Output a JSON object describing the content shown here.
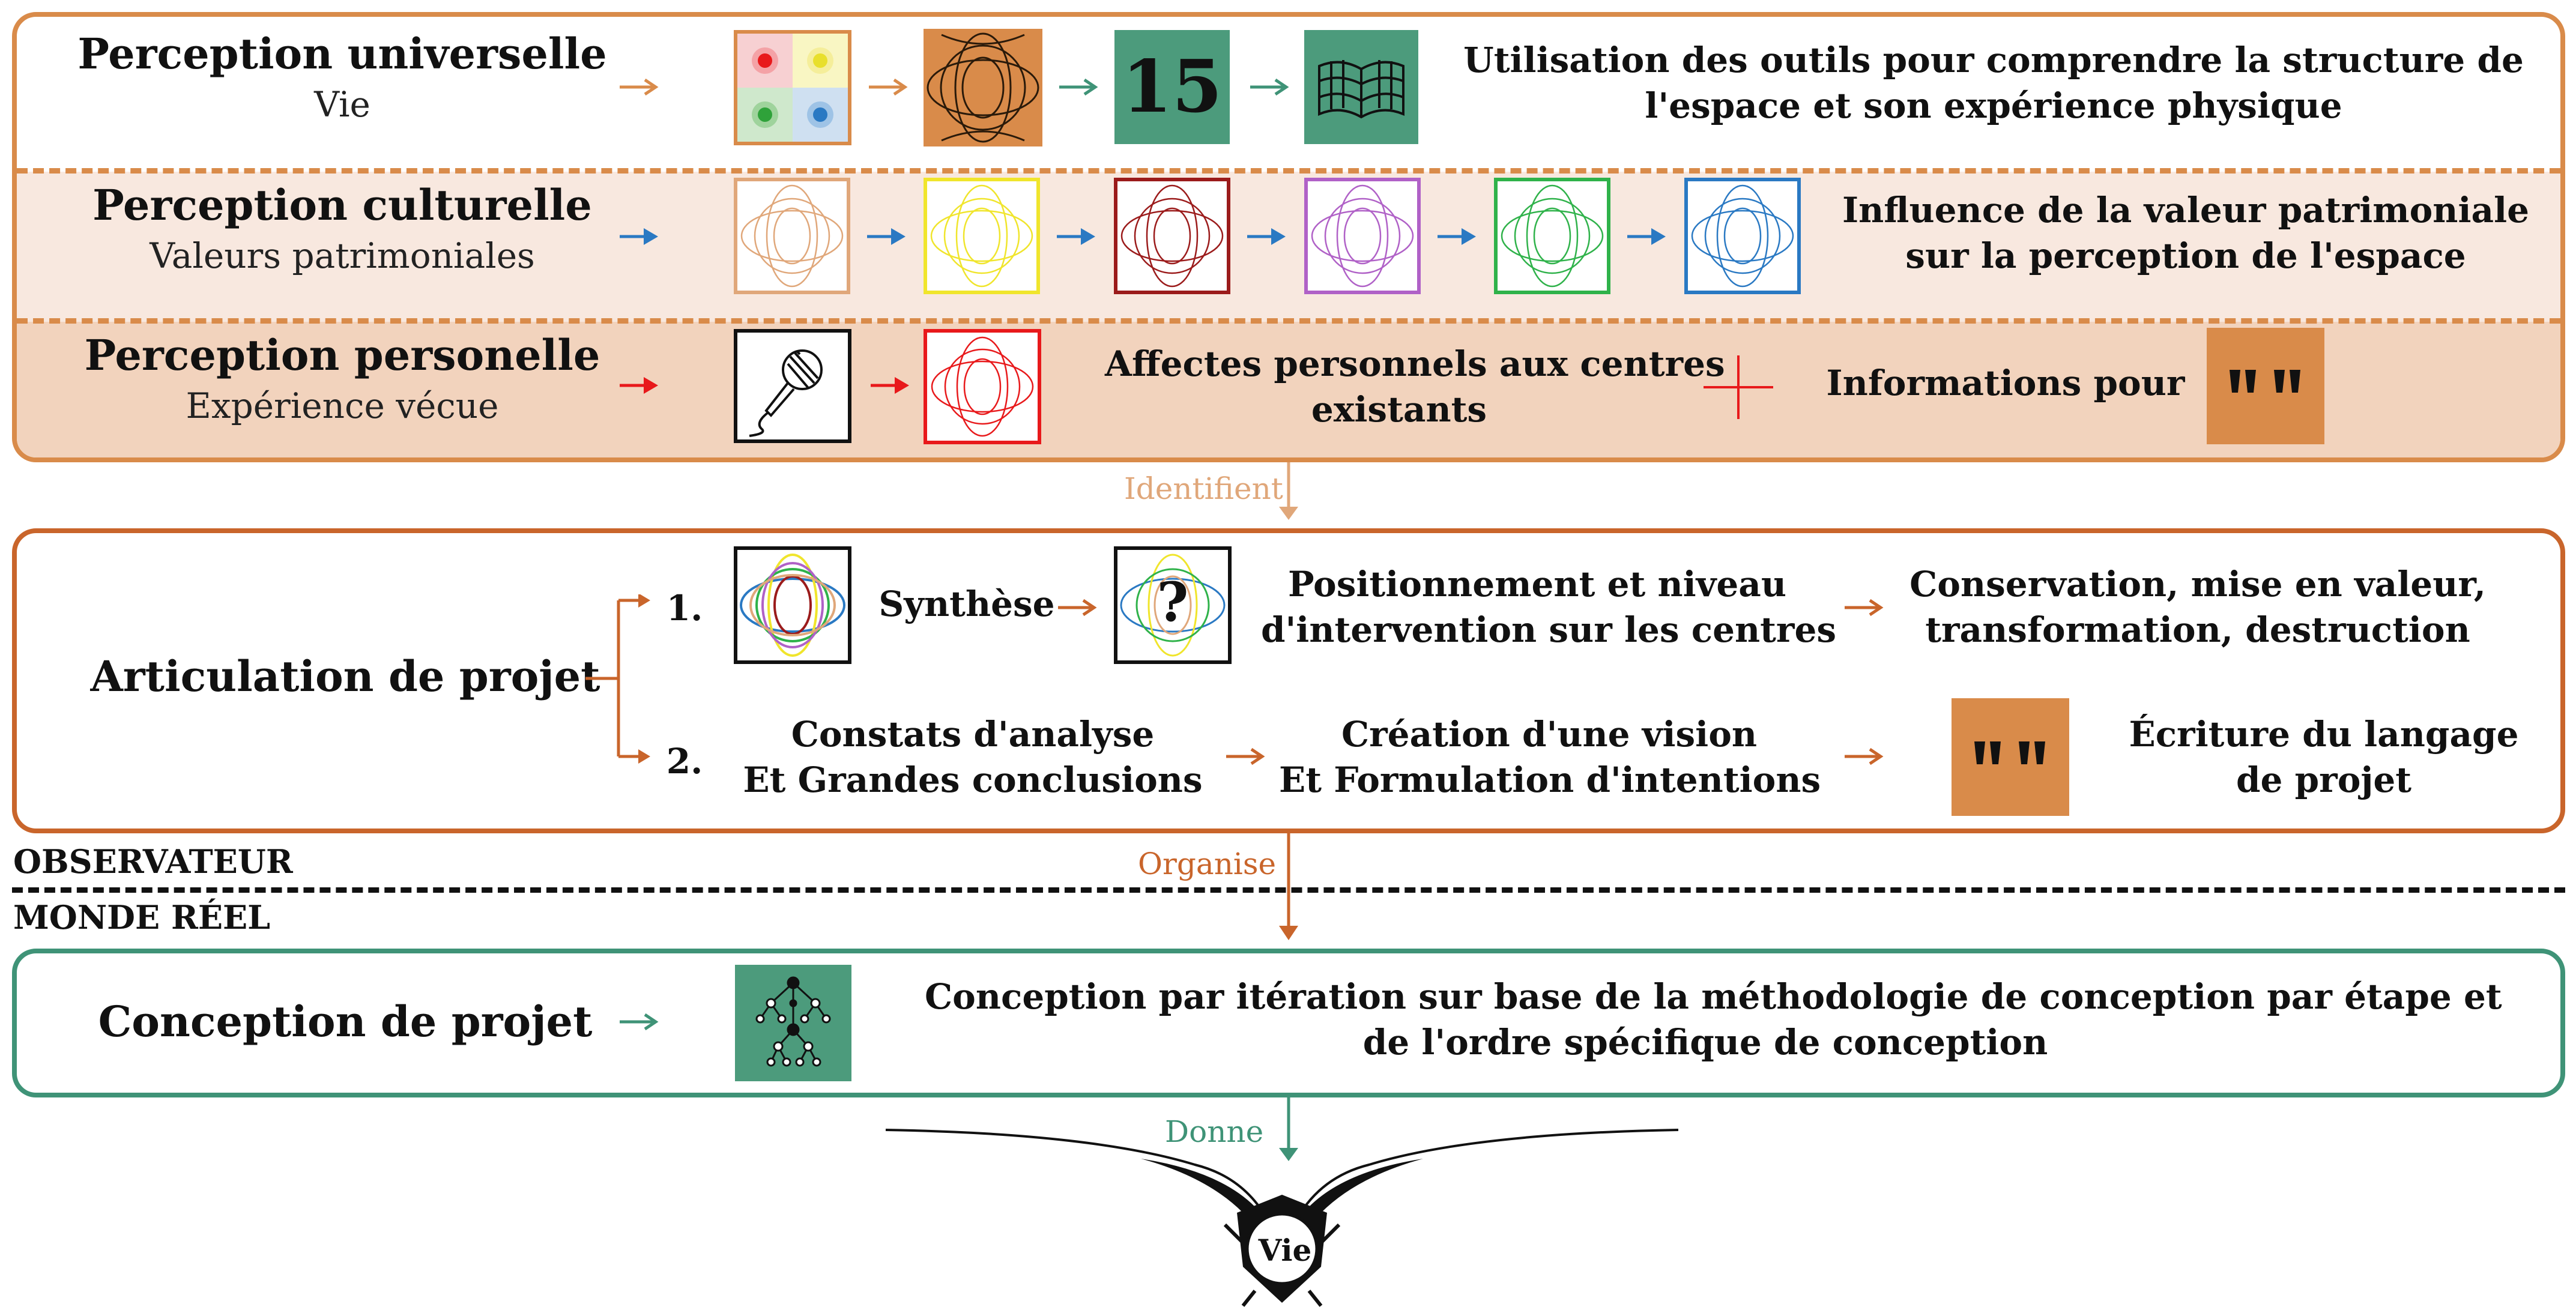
{
  "colors": {
    "universal": "#d98b4a",
    "cultural_bg": "#f8e8df",
    "personal_bg": "#f2d3bd",
    "project": "#c9652b",
    "design": "#3f9377",
    "blue": "#2a79c3",
    "red": "#e8191b"
  },
  "perception": {
    "universal": {
      "title": "Perception universelle",
      "subtitle": "Vie",
      "icons": [
        "color-grid-icon",
        "orange-centers-icon",
        "number-15-icon",
        "book-grid-icon"
      ],
      "number": "15",
      "desc_line1": "Utilisation  des outils pour comprendre la structure de",
      "desc_line2": "l'espace et son expérience physique"
    },
    "cultural": {
      "title": "Perception culturelle",
      "subtitle": "Valeurs patrimoniales",
      "icon_colors": [
        "#e0a77a",
        "#f0e52c",
        "#9b1b1b",
        "#b061c7",
        "#2fb24a",
        "#2a79c3"
      ],
      "desc_line1": "Influence de la valeur patrimoniale",
      "desc_line2": "sur la perception de l'espace"
    },
    "personal": {
      "title": "Perception personelle",
      "subtitle": "Expérience vécue",
      "icons": [
        "microphone-icon",
        "red-centers-icon"
      ],
      "affect_line1": "Affectes personnels aux centres",
      "affect_line2": "existants",
      "info": "Informations pour",
      "quote_icon": "language-quote-icon"
    }
  },
  "connector1": "Identifient",
  "project": {
    "title": "Articulation de projet",
    "row1": {
      "num": "1.",
      "synth": "Synthèse",
      "pos_line1": "Positionnement et niveau",
      "pos_line2": "d'intervention sur les centres",
      "cons_line1": "Conservation, mise en valeur,",
      "cons_line2": "transformation, destruction"
    },
    "row2": {
      "num": "2.",
      "c1_line1": "Constats d'analyse",
      "c1_line2": "Et Grandes conclusions",
      "c2_line1": "Création d'une vision",
      "c2_line2": "Et Formulation d'intentions",
      "c3_line1": "Écriture du langage",
      "c3_line2": "de projet"
    }
  },
  "connector2": "Organise",
  "separator": {
    "top": "OBSERVATEUR",
    "bottom": "MONDE RÉEL"
  },
  "design": {
    "title": "Conception de projet",
    "icon": "tree-network-icon",
    "desc_line1": "Conception par itération sur base de la méthodologie de conception par étape et",
    "desc_line2": "de l'ordre spécifique de conception"
  },
  "connector3": "Donne",
  "ornament": {
    "label": "Vie"
  }
}
